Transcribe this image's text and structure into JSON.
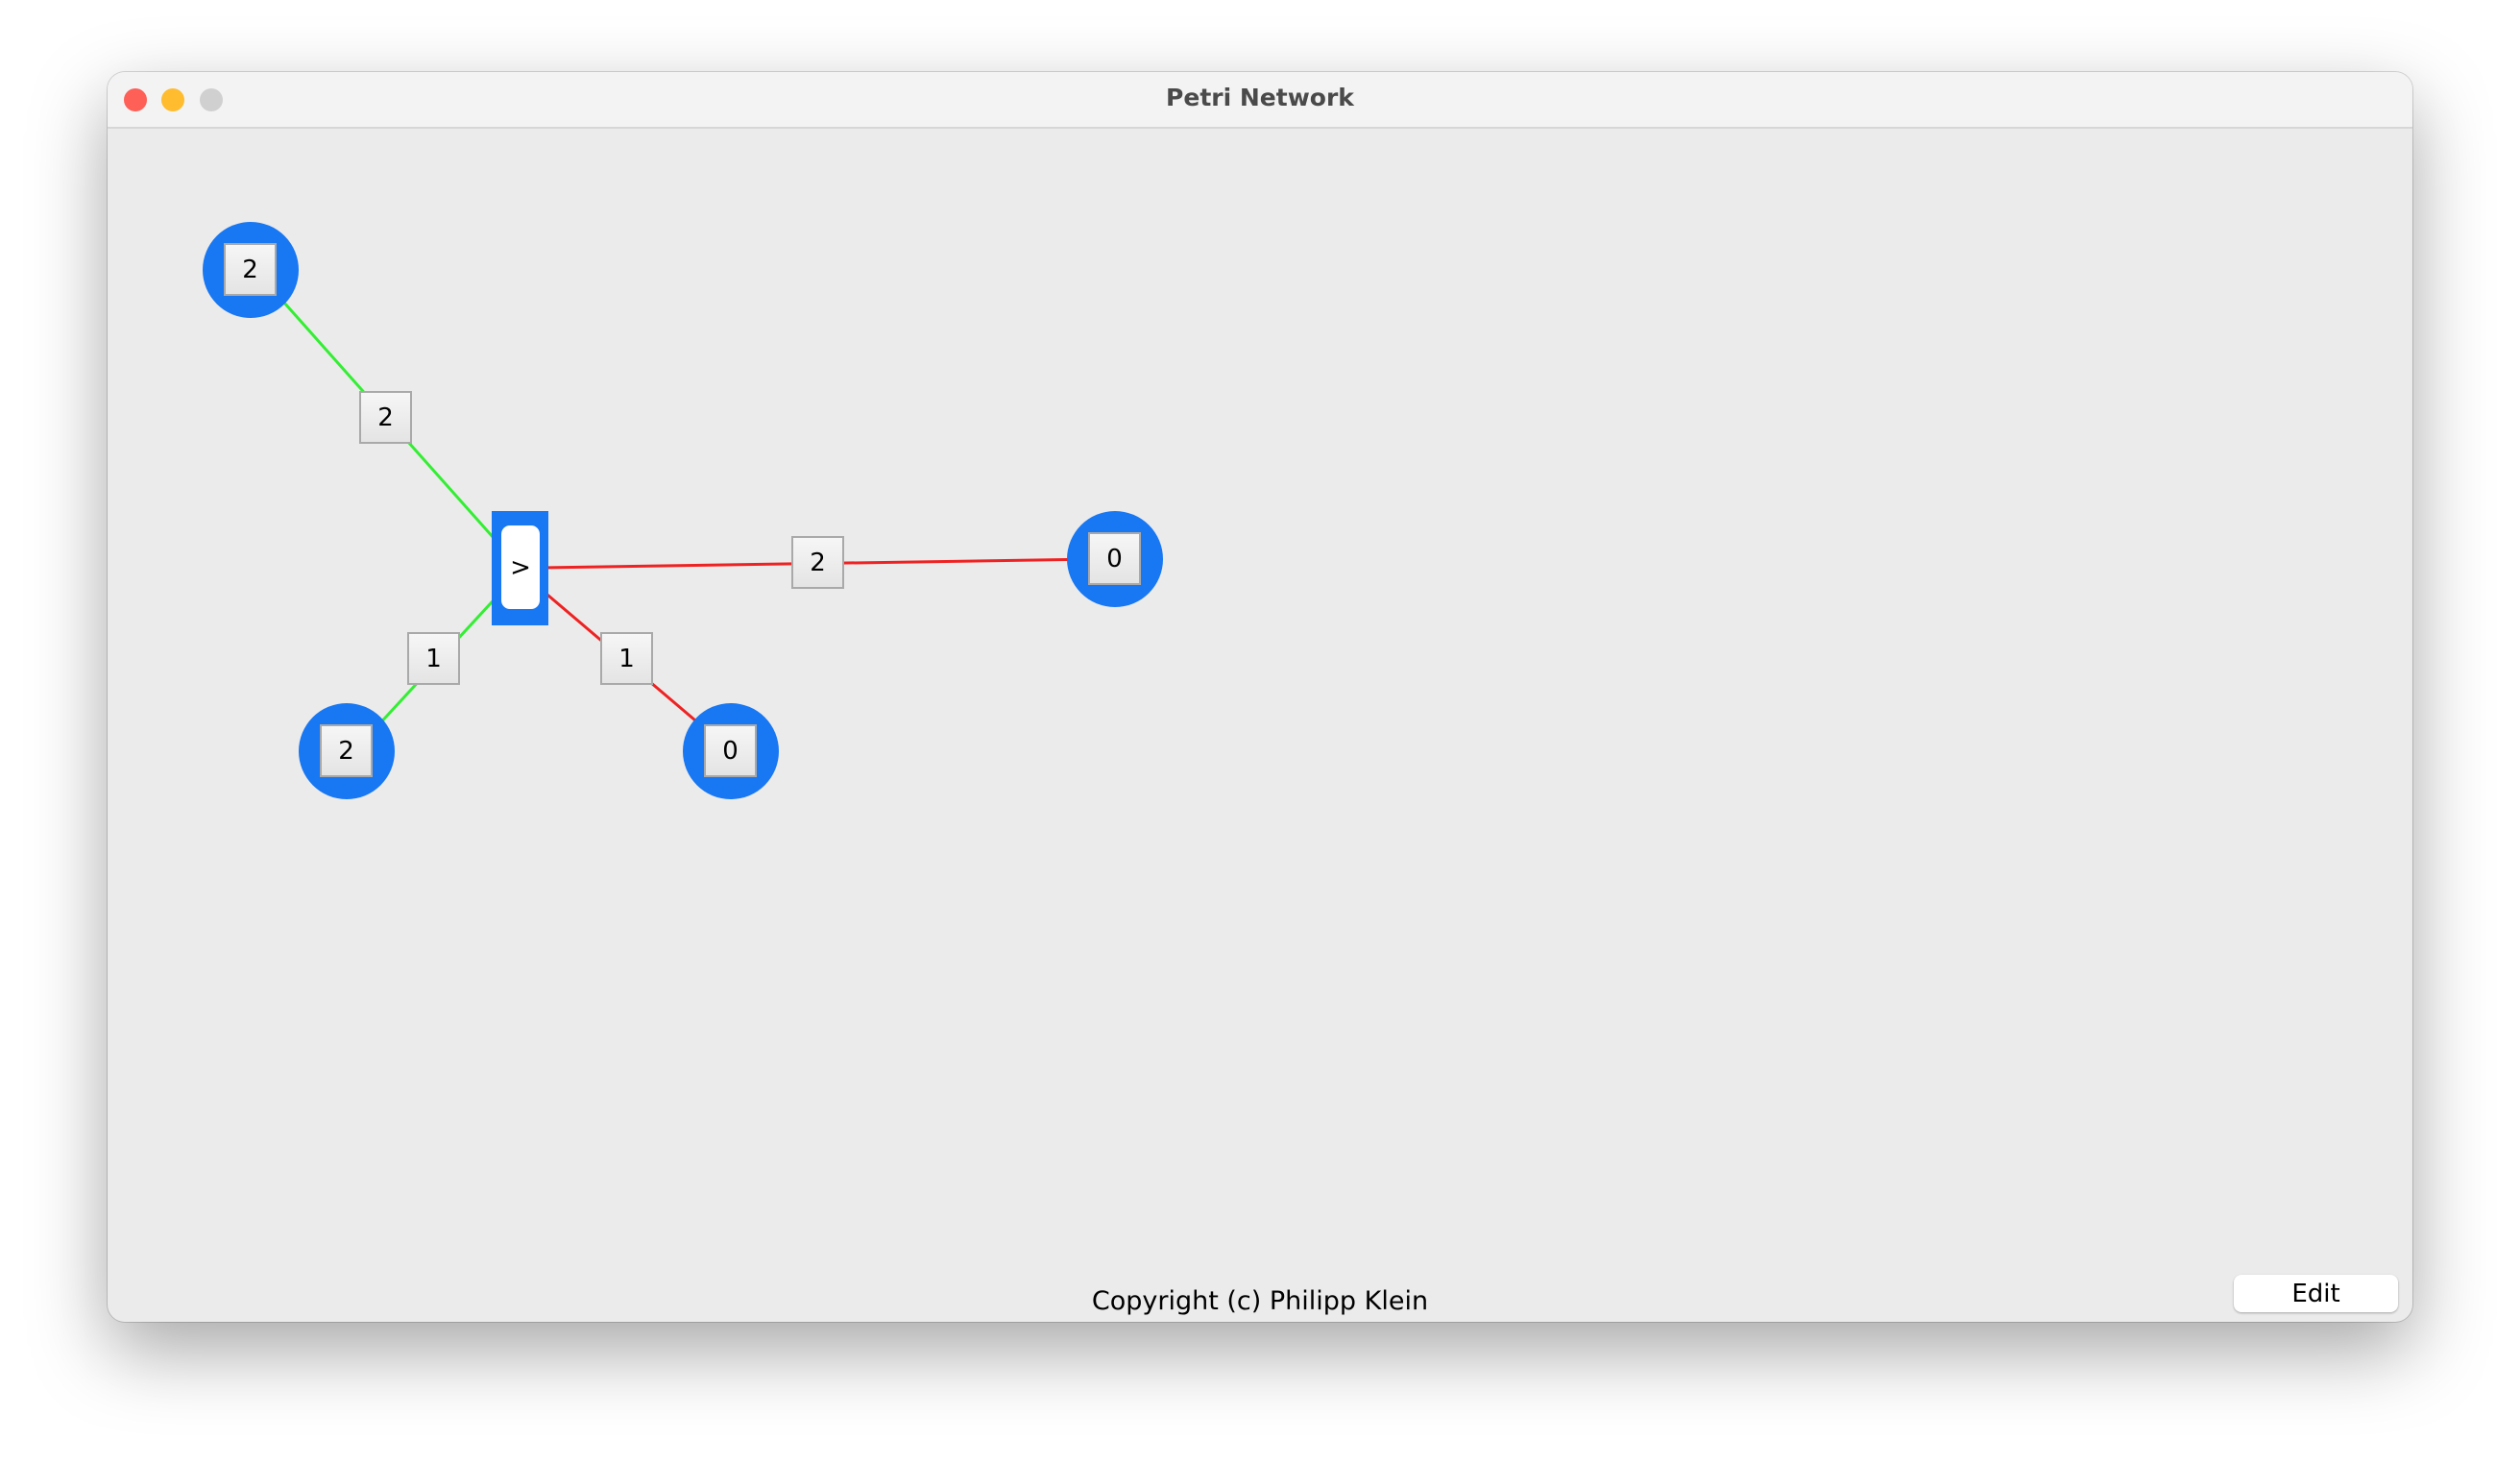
{
  "window": {
    "title": "Petri Network"
  },
  "colors": {
    "place": "#1877f2",
    "input_arc": "#33ee33",
    "output_arc": "#ee2222",
    "close": "#fe5f57",
    "minimize": "#febc2e",
    "zoom": "#d0d0d0"
  },
  "places": [
    {
      "id": "p1",
      "tokens": "2"
    },
    {
      "id": "p2",
      "tokens": "2"
    },
    {
      "id": "p3",
      "tokens": "0"
    },
    {
      "id": "p4",
      "tokens": "0"
    }
  ],
  "transition": {
    "label": ">"
  },
  "arcs": [
    {
      "from": "p1",
      "to": "t1",
      "weight": "2",
      "type": "input"
    },
    {
      "from": "p2",
      "to": "t1",
      "weight": "1",
      "type": "input"
    },
    {
      "from": "t1",
      "to": "p3",
      "weight": "1",
      "type": "output"
    },
    {
      "from": "t1",
      "to": "p4",
      "weight": "2",
      "type": "output"
    }
  ],
  "footer": {
    "copyright": "Copyright (c) Philipp Klein",
    "edit_label": "Edit"
  }
}
